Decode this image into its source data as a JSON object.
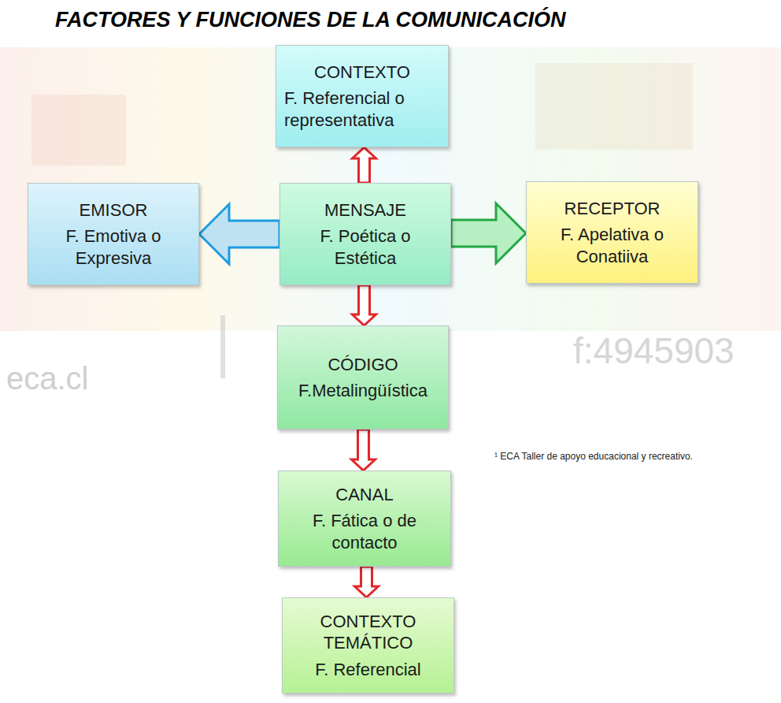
{
  "diagram": {
    "title": "FACTORES Y FUNCIONES DE LA COMUNICACIÓN",
    "nodes": [
      {
        "text": [
          "CONTEXTO",
          "F. Referencial o representativa"
        ]
      },
      {
        "text": [
          "EMISOR",
          "F. Emotiva o Expresiva"
        ]
      },
      {
        "text": [
          "MENSAJE",
          "F. Poética o Estética"
        ]
      },
      {
        "text": [
          "RECEPTOR",
          "F. Apelativa o Conatiiva"
        ]
      },
      {
        "text": [
          "CÓDIGO",
          "F.Metalingüística"
        ]
      },
      {
        "text": [
          "CANAL",
          "F. Fática o de contacto"
        ]
      },
      {
        "text": [
          "CONTEXTO TEMÁTICO",
          "F. Referencial"
        ]
      }
    ],
    "edges": [
      {
        "from": 2,
        "to": 0,
        "arrow": "to"
      },
      {
        "from": 2,
        "to": 1,
        "arrow": "to"
      },
      {
        "from": 2,
        "to": 3,
        "arrow": "to"
      },
      {
        "from": 2,
        "to": 4,
        "arrow": "to"
      },
      {
        "from": 4,
        "to": 5,
        "arrow": "to"
      },
      {
        "from": 5,
        "to": 6,
        "arrow": "to"
      }
    ],
    "labels": [
      "¹ ECA Taller de apoyo educacional y recreativo.",
      "eca.cl",
      "f:4945903"
    ]
  }
}
